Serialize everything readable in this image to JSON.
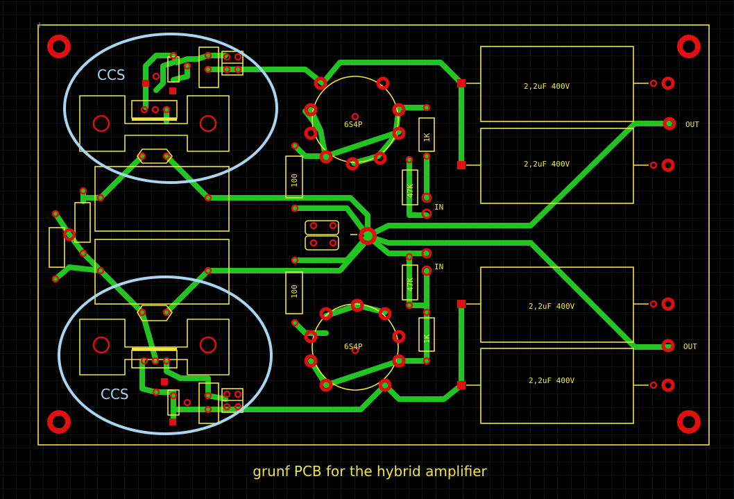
{
  "labels": {
    "ccs_top": "CCS",
    "ccs_bottom": "CCS",
    "tube_top": "6S4P",
    "tube_bottom": "6S4P",
    "cap_1": "2,2uF 400V",
    "cap_2": "2,2uF 400V",
    "cap_3": "2,2uF 400V",
    "cap_4": "2,2uF 400V",
    "res_100_top": "100",
    "res_100_bottom": "100",
    "res_1k_top": "1K",
    "res_1k_bottom": "1K",
    "res_47k_top": "47K",
    "res_47k_bottom": "47K",
    "in_top": "IN",
    "in_bottom": "IN",
    "out_top": "OUT",
    "out_bottom": "OUT"
  },
  "caption": "grunf PCB for the hybrid amplifier",
  "colors": {
    "background": "#000000",
    "grid": "#1e2328",
    "silkscreen": "#f0e63c",
    "copper_trace": "#22c322",
    "pad": "#e01010",
    "highlight_ellipse": "#a9d6ee"
  }
}
